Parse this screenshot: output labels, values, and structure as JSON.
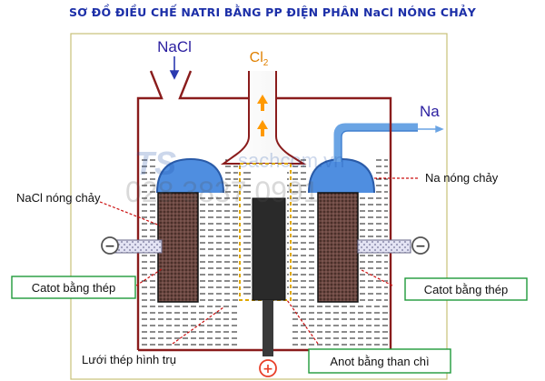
{
  "title": "SƠ ĐỒ ĐIỀU CHẾ NATRI BẰNG PP ĐIỆN PHÂN NaCl NÓNG CHẢY",
  "inlet_label": "NaCl",
  "gas_label_main": "Cl",
  "gas_label_sub": "2",
  "product_label": "Na",
  "labels": {
    "molten_na": "Na nóng chảy",
    "molten_nacl": "NaCl nóng chảy",
    "cathode_left": "Catot bằng thép",
    "cathode_right": "Catot bằng thép",
    "mesh": "Lưới thép hình trụ",
    "anode": "Anot bằng than chì"
  },
  "terminals": {
    "negative_left": "−",
    "negative_right": "−",
    "positive": "+"
  },
  "watermark": {
    "brand": "TS",
    "site": "sachcom.vn",
    "phone": "028 3837 0991"
  },
  "colors": {
    "title": "#1c2fa8",
    "vessel_wall": "#8a1c1c",
    "frame": "#c9c078",
    "arrow_orange": "#ff9900",
    "cl2_label": "#e08000",
    "na_label": "#2b1fa0",
    "molten_na": "#4f8ee0",
    "tube": "#6aa4e4",
    "brick": "#5a3c36",
    "anode": "#2a2a2a",
    "electrolyte_lines": "#1a1a1a",
    "cathode_rod": "#dcdcf0",
    "terminal_neg": "#555555",
    "terminal_pos": "#e8402a",
    "label_box_border": "#1f9a3a",
    "leader": "#cc1111"
  }
}
